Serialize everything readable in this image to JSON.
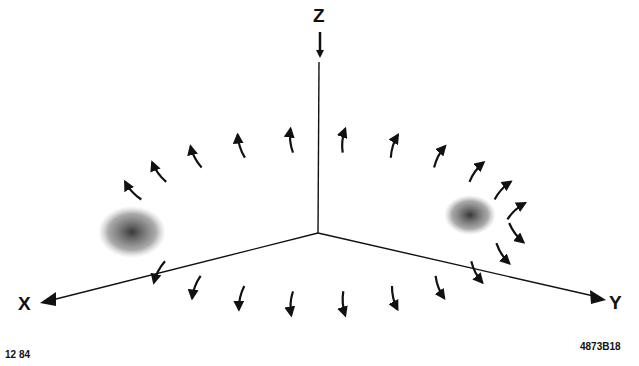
{
  "diagram": {
    "labels": [
      "Z",
      "X",
      "Y",
      "12 84",
      "4873B18"
    ]
  }
}
